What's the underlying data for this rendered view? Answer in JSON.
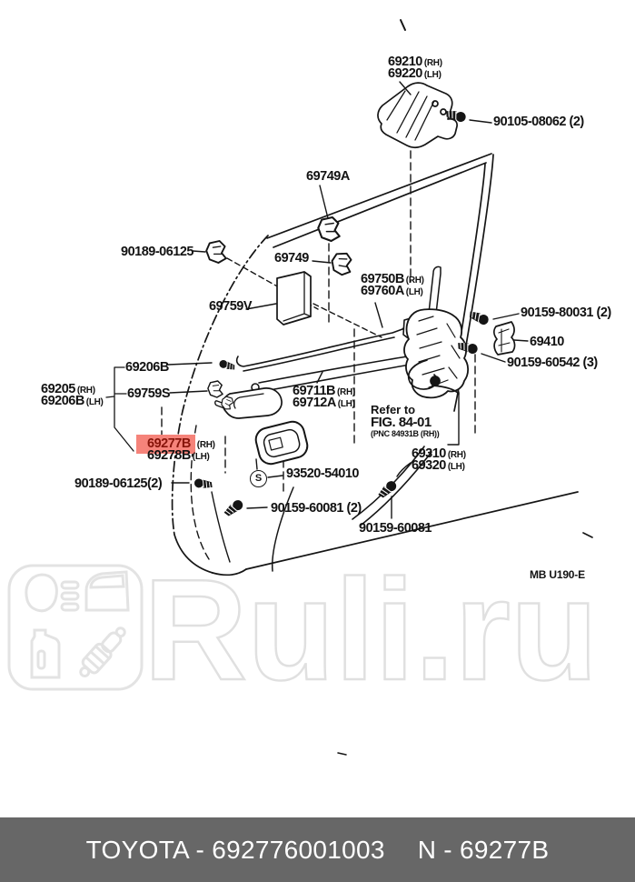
{
  "watermark": {
    "text": "Ruli.ru"
  },
  "footer": {
    "left": "TOYOTA - 692776001003",
    "right": "N - 69277B"
  },
  "diagram": {
    "sheet_code": "MB U190-E",
    "symbol_s": "S",
    "highlight_color": "#f5837a",
    "highlight_text_color": "#87140a",
    "labels": {
      "handle_out": {
        "l1num": "69210",
        "l1suf": "(RH)",
        "l2num": "69220",
        "l2suf": "(LH)"
      },
      "screw_08062": {
        "num": "90105-08062 (2)"
      },
      "clip_69749a": {
        "num": "69749A"
      },
      "clip_06125": {
        "num": "90189-06125"
      },
      "clip_69749": {
        "num": "69749"
      },
      "lock_rod": {
        "l1num": "69750B",
        "l1suf": "(RH)",
        "l2num": "69760A",
        "l2suf": "(LH)"
      },
      "cushion_69759v": {
        "num": "69759V"
      },
      "screw_80031": {
        "num": "90159-80031 (2)"
      },
      "grommet_69410": {
        "num": "69410"
      },
      "screw_60542": {
        "num": "90159-60542 (3)"
      },
      "bolt_69206b": {
        "num": "69206B"
      },
      "frame_pair": {
        "l1num": "69205",
        "l1suf": "(RH)",
        "l2num": "69206B",
        "l2suf": "(LH)"
      },
      "clip_69759s": {
        "num": "69759S"
      },
      "rod_pair": {
        "l1num": "69711B",
        "l1suf": "(RH)",
        "l2num": "69712A",
        "l2suf": "(LH)"
      },
      "refer": {
        "line1": "Refer to",
        "line2": "FIG. 84-01",
        "line3": "(PNC 84931B (RH))"
      },
      "handle_in": {
        "l1num": "69277B",
        "l1suf": "(RH)",
        "l2num": "69278B",
        "l2suf": "(LH)"
      },
      "bolt_06125_2": {
        "num": "90189-06125(2)"
      },
      "screw_54010": {
        "num": "93520-54010"
      },
      "screw_60081_2": {
        "num": "90159-60081 (2)"
      },
      "lock_pair": {
        "l1num": "69310",
        "l1suf": "(RH)",
        "l2num": "69320",
        "l2suf": "(LH)"
      },
      "screw_60081": {
        "num": "90159-60081"
      }
    }
  }
}
